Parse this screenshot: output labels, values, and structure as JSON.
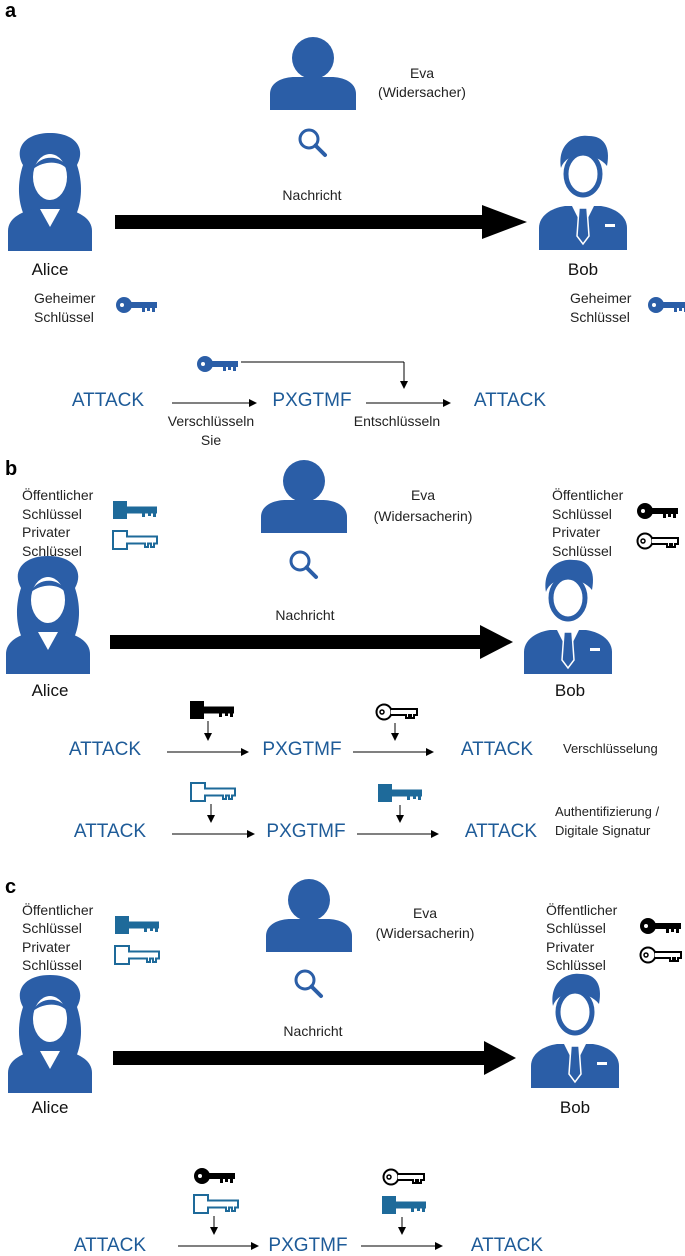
{
  "colors": {
    "blue": "#2b5ea7",
    "code": "#1e5b98",
    "black": "#000000"
  },
  "panel_a": {
    "letter": "a",
    "eve": [
      "Eva",
      "(Widersacher)"
    ],
    "message": "Nachricht",
    "alice": "Alice",
    "bob": "Bob",
    "alice_key": [
      "Geheimer",
      "Schlüssel"
    ],
    "bob_key": [
      "Geheimer",
      "Schlüssel"
    ],
    "flow": {
      "plain": "ATTACK",
      "cipher": "PXGTMF",
      "result": "ATTACK",
      "encrypt": [
        "Verschlüsseln",
        "Sie"
      ],
      "decrypt": "Entschlüsseln"
    }
  },
  "panel_b": {
    "letter": "b",
    "eve": [
      "Eva",
      "(Widersacherin)"
    ],
    "message": "Nachricht",
    "alice": "Alice",
    "bob": "Bob",
    "alice_keys": [
      "Öffentlicher",
      "Schlüssel",
      "Privater",
      "Schlüssel"
    ],
    "bob_keys": [
      "Öffentlicher",
      "Schlüssel",
      "Privater",
      "Schlüssel"
    ],
    "flow1": {
      "plain": "ATTACK",
      "cipher": "PXGTMF",
      "result": "ATTACK",
      "caption": "Verschlüsselung"
    },
    "flow2": {
      "plain": "ATTACK",
      "cipher": "PXGTMF",
      "result": "ATTACK",
      "caption": [
        "Authentifizierung /",
        "Digitale Signatur"
      ]
    }
  },
  "panel_c": {
    "letter": "c",
    "eve": [
      "Eva",
      "(Widersacherin)"
    ],
    "message": "Nachricht",
    "alice": "Alice",
    "bob": "Bob",
    "alice_keys": [
      "Öffentlicher",
      "Schlüssel",
      "Privater",
      "Schlüssel"
    ],
    "bob_keys": [
      "Öffentlicher",
      "Schlüssel",
      "Privater",
      "Schlüssel"
    ],
    "flow": {
      "plain": "ATTACK",
      "cipher": "PXGTMF",
      "result": "ATTACK"
    }
  }
}
